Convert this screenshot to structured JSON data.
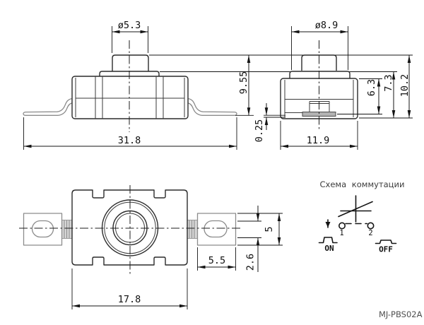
{
  "title_block": {
    "part_number": "MJ-PBS02A"
  },
  "views": {
    "front": {
      "dims": {
        "button_diameter": "ø5.3",
        "overall_width": "31.8",
        "overall_height": "9.55"
      }
    },
    "side": {
      "dims": {
        "cap_diameter": "ø8.9",
        "body_width": "11.9",
        "lead_thickness": "0.25",
        "body_height": "6.3",
        "height_with_cap": "7.3",
        "overall_height": "10.2"
      }
    },
    "top": {
      "dims": {
        "body_length": "17.8",
        "tab_length": "5.5",
        "tab_width": "5",
        "slot_width": "2.6"
      }
    }
  },
  "schematic": {
    "title": "Схема коммутации",
    "terminals": [
      "1",
      "2"
    ],
    "states": [
      "ON",
      "OFF"
    ]
  },
  "colors": {
    "line": "#2b2b2b",
    "metal": "#8c8c8c",
    "dimension": "#141414",
    "plate_fill": "#b3b3b3",
    "hatch_fill": "#d6d6d6",
    "background": "#ffffff"
  }
}
